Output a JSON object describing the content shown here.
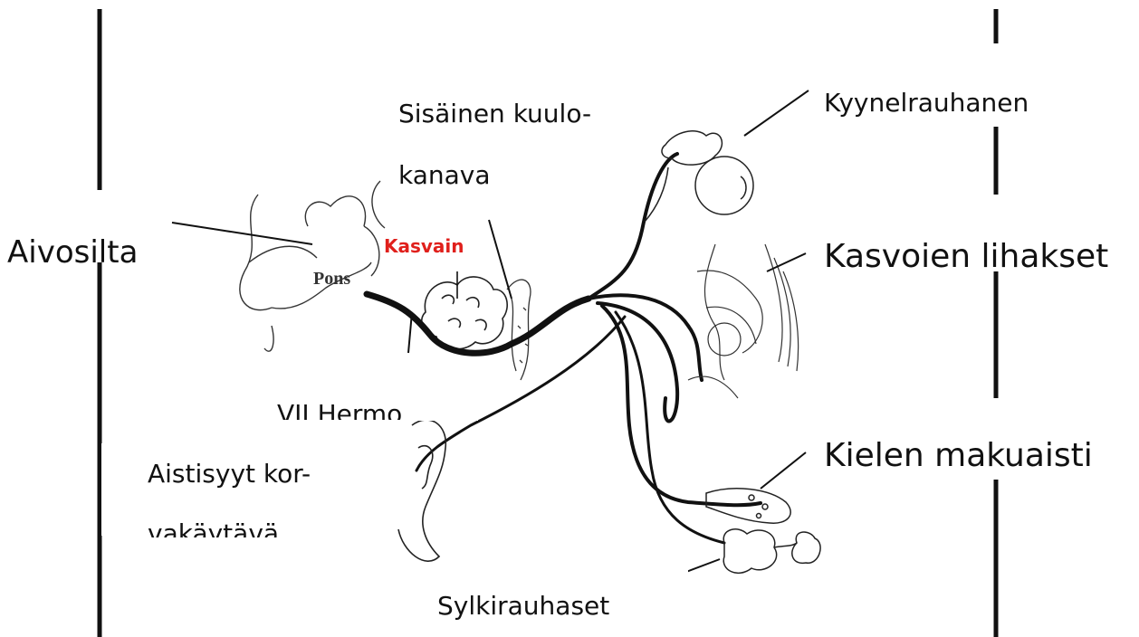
{
  "labels": {
    "pons": "Pons",
    "aivosilta": "Aivosilta",
    "kasvain": "Kasvain",
    "sisainen_line1": "Sisäinen kuulo-",
    "sisainen_line2": "kanava",
    "kyynel": "Kyynelrauhanen",
    "kasvojen": "Kasvoien lihakset",
    "hermo": "VII Hermo",
    "aistisyyt_line1": "Aistisyyt kor-",
    "aistisyyt_line2": "vakäytävä",
    "kielen": "Kielen makuaisti",
    "sylki": "Sylkirauhaset"
  },
  "colors": {
    "tumor_label": "#e0201c",
    "ink": "#111111",
    "background": "#ffffff"
  }
}
